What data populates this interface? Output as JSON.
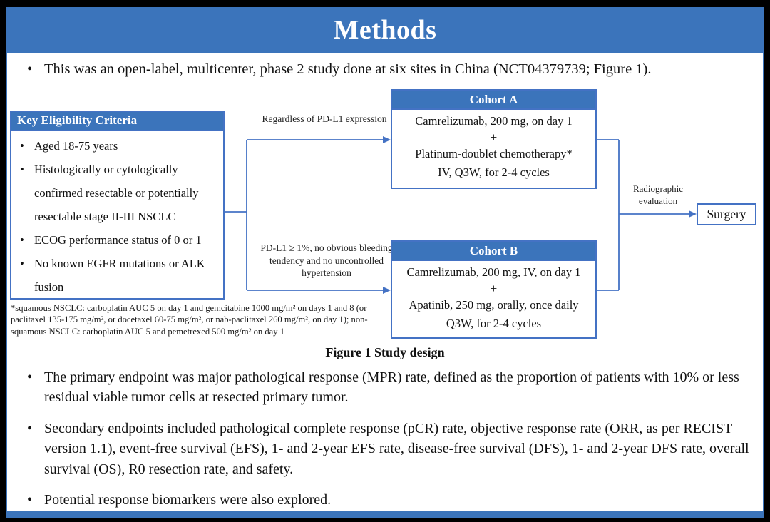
{
  "slide": {
    "title": "Methods",
    "intro": "This was an open-label, multicenter, phase 2 study done at six sites in China (NCT04379739; Figure 1).",
    "figure": {
      "eligibility": {
        "header": "Key Eligibility Criteria",
        "items": [
          "Aged 18-75 years",
          "Histologically or cytologically confirmed resectable or potentially resectable stage II-III NSCLC",
          "ECOG performance status of 0 or 1",
          "No known EGFR mutations or ALK fusion"
        ]
      },
      "branch_top_label": "Regardless of PD-L1 expression",
      "branch_bottom_label": "PD-L1 ≥ 1%, no obvious bleeding tendency and no uncontrolled hypertension",
      "cohort_a": {
        "header": "Cohort A",
        "lines": [
          "Camrelizumab, 200 mg, on day 1",
          "+",
          "Platinum-doublet chemotherapy*",
          "IV, Q3W, for 2-4 cycles"
        ]
      },
      "cohort_b": {
        "header": "Cohort B",
        "lines": [
          "Camrelizumab, 200 mg, IV, on day 1",
          "+",
          "Apatinib, 250 mg, orally, once daily",
          "Q3W, for 2-4 cycles"
        ]
      },
      "radiographic_label": "Radiographic evaluation",
      "surgery_label": "Surgery",
      "footnote": "*squamous NSCLC: carboplatin AUC 5 on day 1 and gemcitabine 1000 mg/m² on days 1 and 8 (or paclitaxel 135-175 mg/m², or docetaxel 60-75 mg/m², or nab-paclitaxel 260 mg/m², on day 1); non-squamous NSCLC: carboplatin AUC 5 and pemetrexed 500 mg/m² on day 1",
      "caption": "Figure 1 Study design"
    },
    "bullets": [
      "The primary endpoint was major pathological response (MPR) rate, defined as the proportion of patients with 10% or less residual viable tumor cells at resected primary tumor.",
      "Secondary endpoints included pathological complete response (pCR) rate, objective response rate (ORR, as per RECIST version 1.1), event-free survival (EFS), 1- and 2-year EFS rate, disease-free survival (DFS), 1- and 2-year DFS rate, overall survival (OS), R0 resection rate, and safety.",
      "Potential response biomarkers were also explored."
    ]
  },
  "colors": {
    "accent": "#3b74bb",
    "line": "#4472c4"
  }
}
